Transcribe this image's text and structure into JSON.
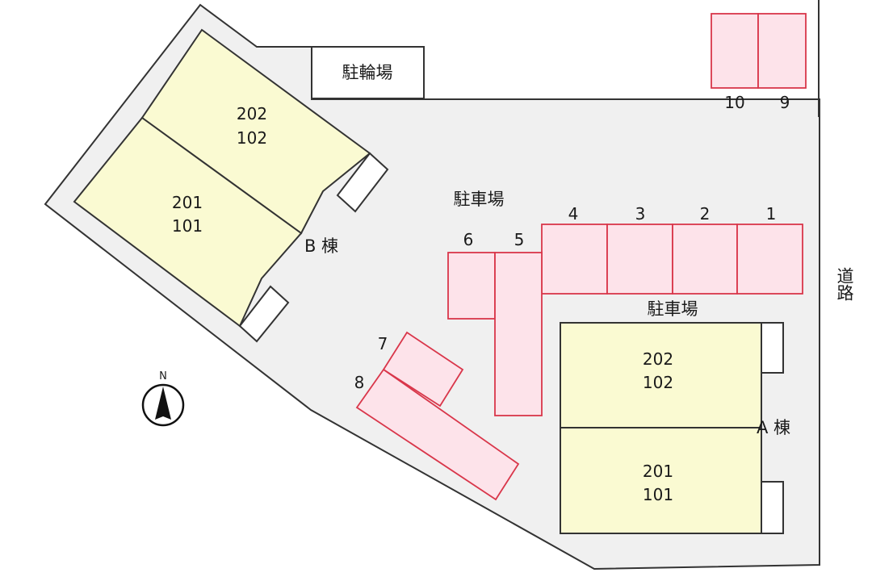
{
  "colors": {
    "ground": "#f0f0f0",
    "outline": "#333333",
    "building_fill": "#fafad2",
    "parking_fill": "#fde3ea",
    "parking_stroke": "#d9364a",
    "balcony_fill": "#ffffff"
  },
  "labels": {
    "bicycle_parking": "駐輪場",
    "car_parking_top": "駐車場",
    "car_parking_mid": "駐車場",
    "road": "道路",
    "building_b": "B 棟",
    "building_a": "A 棟"
  },
  "building_b": {
    "upper_units": [
      "202",
      "102"
    ],
    "lower_units": [
      "201",
      "101"
    ]
  },
  "building_a": {
    "upper_units": [
      "202",
      "102"
    ],
    "lower_units": [
      "201",
      "101"
    ]
  },
  "parking_spaces": [
    "1",
    "2",
    "3",
    "4",
    "5",
    "6",
    "7",
    "8",
    "9",
    "10"
  ],
  "compass": {
    "letter": "N",
    "icon": "north-arrow-icon"
  }
}
